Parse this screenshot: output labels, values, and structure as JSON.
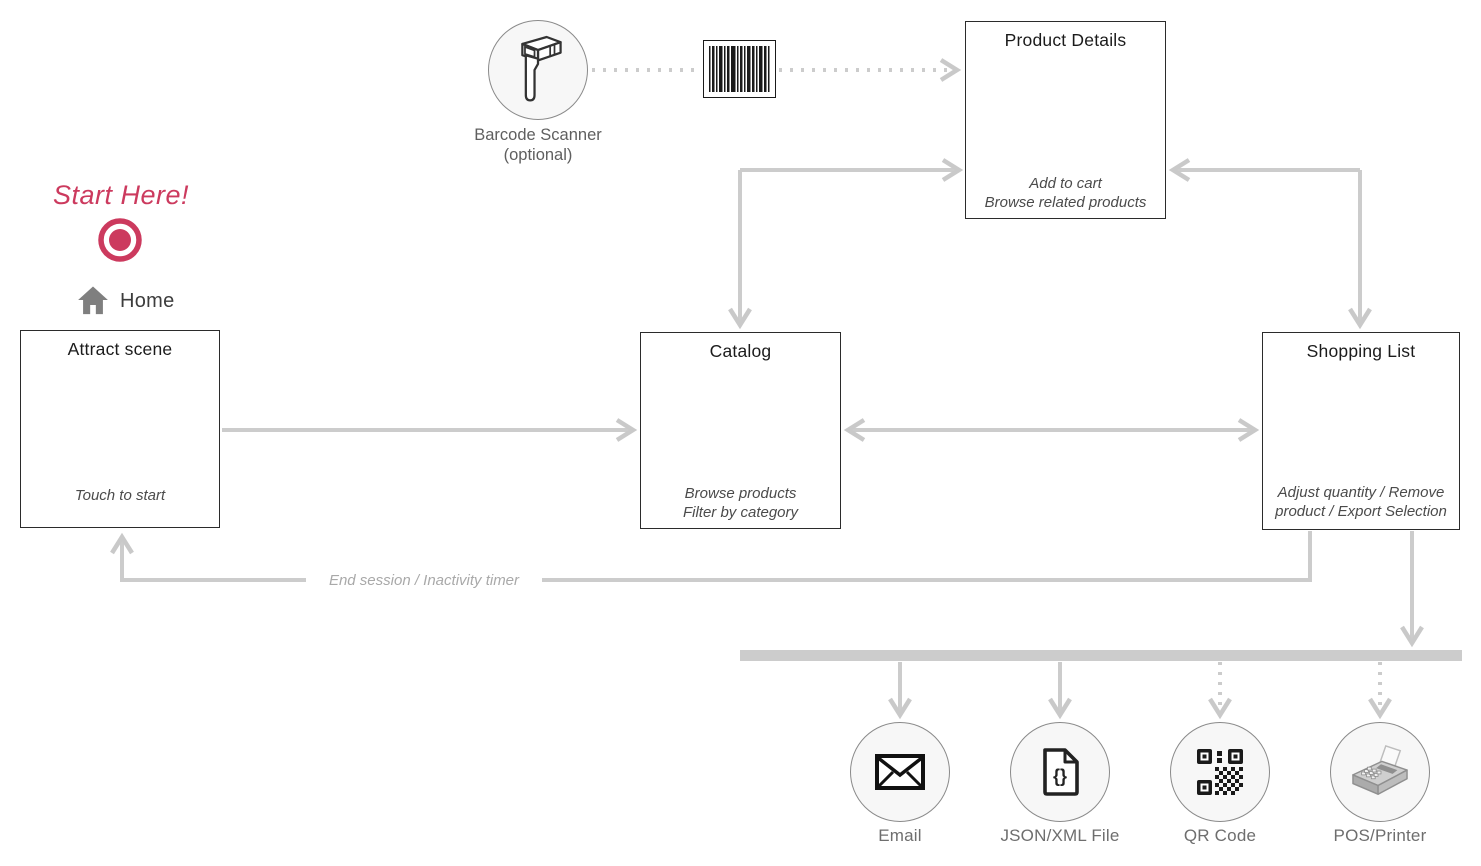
{
  "colors": {
    "accent": "#cc3a5e",
    "connector": "#cccccc",
    "box_border": "#2b2b2b",
    "title_text": "#1b1b1b",
    "note_text": "#4b4b4b",
    "label_text": "#6e6e6e",
    "circle_fill": "#f7f7f7"
  },
  "start": {
    "label": "Start Here!",
    "home_label": "Home"
  },
  "scanner": {
    "label_line1": "Barcode Scanner",
    "label_line2": "(optional)"
  },
  "nodes": {
    "attract": {
      "title": "Attract scene",
      "note": "Touch to start"
    },
    "catalog": {
      "title": "Catalog",
      "note_line1": "Browse products",
      "note_line2": "Filter by category"
    },
    "product_details": {
      "title": "Product Details",
      "note_line1": "Add to cart",
      "note_line2": "Browse related products"
    },
    "shopping_list": {
      "title": "Shopping List",
      "note_line1": "Adjust quantity / Remove",
      "note_line2": "product / Export Selection"
    }
  },
  "edges": {
    "end_session_label": "End session / Inactivity timer"
  },
  "outputs": [
    {
      "id": "email",
      "label": "Email",
      "icon": "email-icon"
    },
    {
      "id": "json_xml",
      "label": "JSON/XML File",
      "icon": "json-file-icon"
    },
    {
      "id": "qr_code",
      "label": "QR Code",
      "icon": "qr-code-icon"
    },
    {
      "id": "pos_printer",
      "label": "POS/Printer",
      "icon": "pos-printer-icon"
    }
  ]
}
